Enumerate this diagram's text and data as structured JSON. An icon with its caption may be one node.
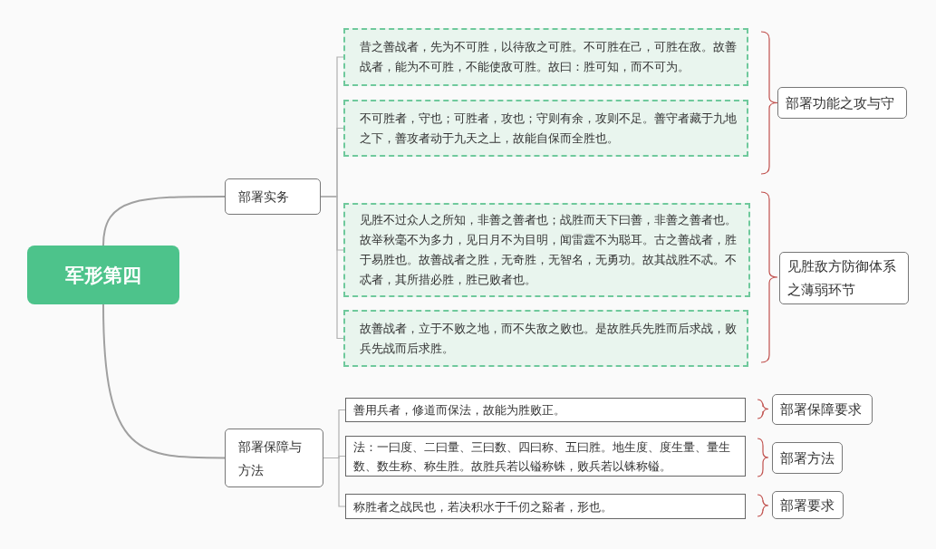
{
  "diagram": {
    "nodes": [
      {
        "text": [
          "军形第四"
        ]
      },
      {
        "text": [
          "部署实务"
        ]
      },
      {
        "text": [
          "昔之善战者，先为不可胜，以待敌之可胜。不可胜在己，可胜在敌。故善战者，能为不可胜，不能使敌可胜。故曰：胜可知，而不可为。"
        ]
      },
      {
        "text": [
          "不可胜者，守也；可胜者，攻也；守则有余，攻则不足。善守者藏于九地之下，善攻者动于九天之上，故能自保而全胜也。"
        ]
      },
      {
        "text": [
          "见胜不过众人之所知，非善之善者也；战胜而天下曰善，非善之善者也。故举秋毫不为多力，见日月不为目明，闻雷霆不为聪耳。古之善战者，胜于易胜也。故善战者之胜，无奇胜，无智名，无勇功。故其战胜不忒。不忒者，其所措必胜，胜已败者也。"
        ]
      },
      {
        "text": [
          "故善战者，立于不败之地，而不失敌之败也。是故胜兵先胜而后求战，败兵先战而后求胜。"
        ]
      },
      {
        "text": [
          "部署功能之攻与守"
        ]
      },
      {
        "text": [
          "见胜敌方防御体系之薄弱环节"
        ]
      },
      {
        "text": [
          "部署保障与方法"
        ]
      },
      {
        "text": [
          "善用兵者，修道而保法，故能为胜败正。"
        ]
      },
      {
        "text": [
          "法：一曰度、二曰量、三曰数、四曰称、五曰胜。地生度、度生量、量生数、数生称、称生胜。故胜兵若以镒称铢，败兵若以铢称镒。"
        ]
      },
      {
        "text": [
          "称胜者之战民也，若决积水于千仞之谿者，形也。"
        ]
      },
      {
        "text": [
          "部署保障要求"
        ]
      },
      {
        "text": [
          "部署方法"
        ]
      },
      {
        "text": [
          "部署要求"
        ]
      }
    ],
    "edges": [
      {
        "from": 0,
        "to": 1,
        "arrow": "none"
      },
      {
        "from": 0,
        "to": 8,
        "arrow": "none"
      },
      {
        "from": 1,
        "to": 2,
        "arrow": "none"
      },
      {
        "from": 1,
        "to": 3,
        "arrow": "none"
      },
      {
        "from": 1,
        "to": 4,
        "arrow": "none"
      },
      {
        "from": 1,
        "to": 5,
        "arrow": "none"
      },
      {
        "from": 8,
        "to": 9,
        "arrow": "none"
      },
      {
        "from": 8,
        "to": 10,
        "arrow": "none"
      },
      {
        "from": 8,
        "to": 11,
        "arrow": "none"
      }
    ]
  }
}
